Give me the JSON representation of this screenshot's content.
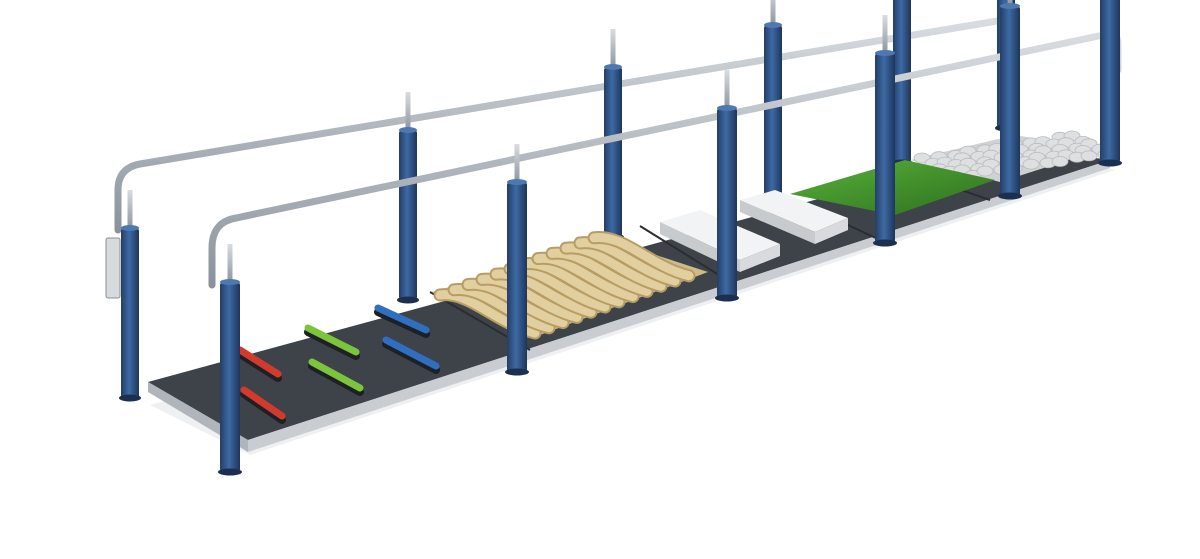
{
  "scene": {
    "subject": "gait-training-walkway",
    "colors": {
      "background": "#ffffff",
      "deck": "#3e434a",
      "deck_edge": "#c9cdd2",
      "post": "#2f4f7f",
      "rail": "#a7aeb6",
      "wood": "#e2cf9f",
      "block": "#e4e6e8",
      "turf": "#3f8f2a",
      "pebbles": "#dedfe0",
      "bar_red": "#d23b2c",
      "bar_green": "#7cc43a",
      "bar_blue": "#2f6fc2"
    },
    "sections": [
      {
        "name": "step-bars",
        "bars": [
          "red",
          "red",
          "green",
          "green",
          "blue",
          "blue"
        ]
      },
      {
        "name": "wooden-log-surface"
      },
      {
        "name": "stepping-blocks",
        "count": 2
      },
      {
        "name": "artificial-turf"
      },
      {
        "name": "pebble-surface"
      }
    ],
    "posts_per_rail": 6
  }
}
